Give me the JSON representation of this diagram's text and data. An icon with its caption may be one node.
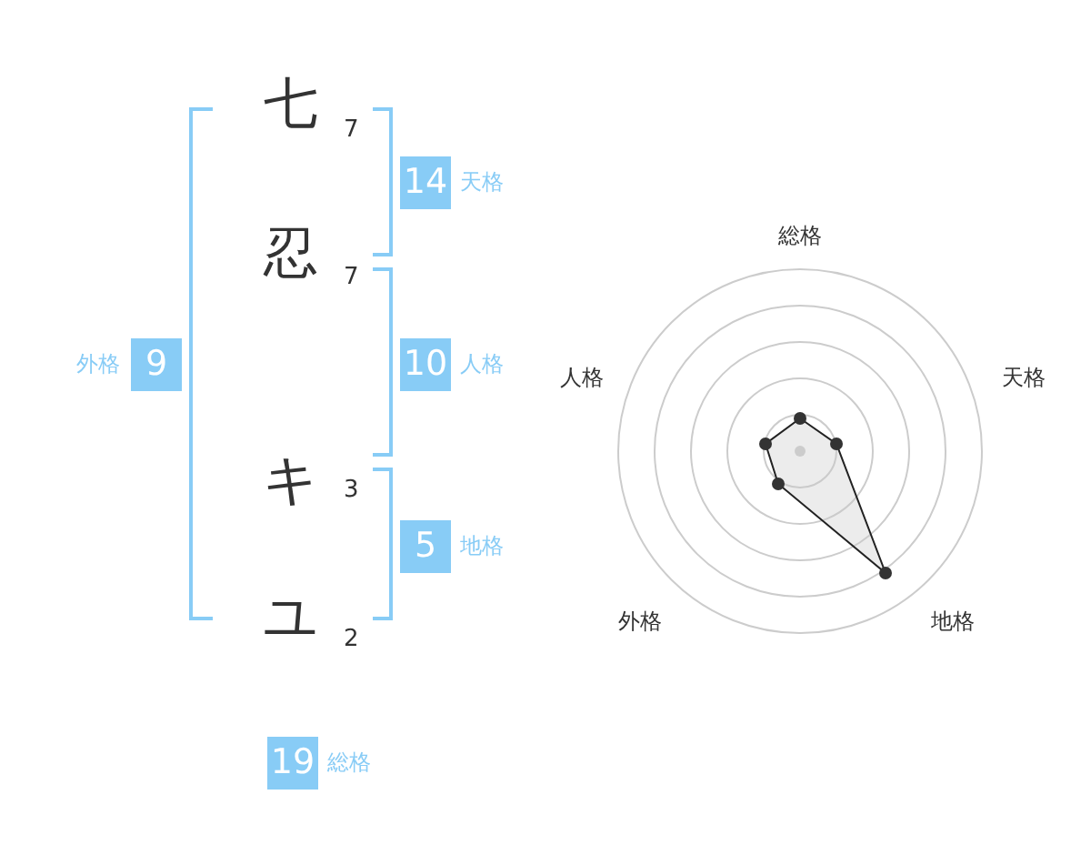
{
  "diagram": {
    "nodes": [
      {
        "text": [
          "14"
        ],
        "beside": [
          "天格"
        ]
      },
      {
        "text": [
          "10"
        ],
        "beside": [
          "人格"
        ]
      },
      {
        "text": [
          "5"
        ],
        "beside": [
          "地格"
        ]
      },
      {
        "text": [
          "9"
        ],
        "beside": [
          "外格"
        ]
      },
      {
        "text": [
          "19"
        ],
        "beside": [
          "総格"
        ]
      }
    ],
    "edges": [],
    "labels": [
      "七",
      "7",
      "忍",
      "7",
      "キ",
      "3",
      "ユ",
      "2",
      "総格",
      "天格",
      "地格",
      "外格",
      "人格"
    ]
  }
}
